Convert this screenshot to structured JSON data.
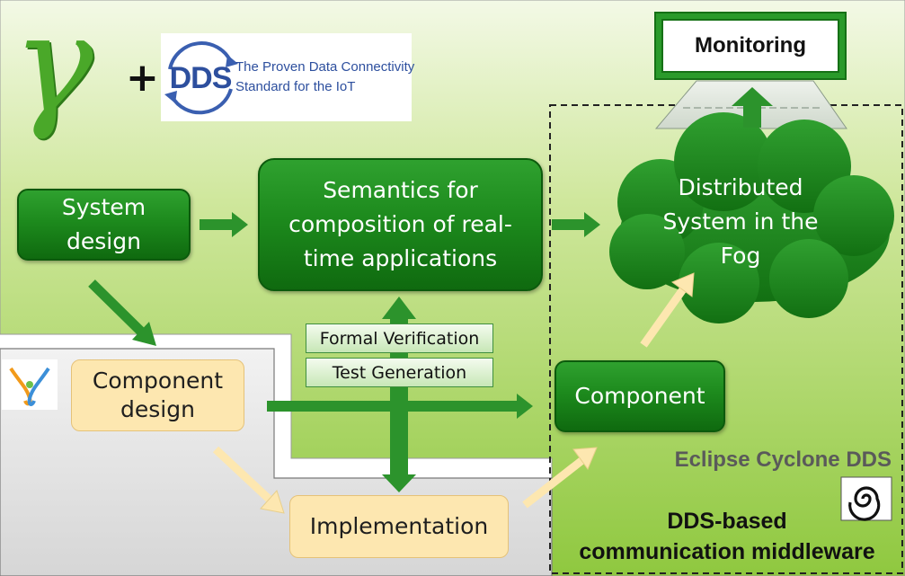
{
  "logos": {
    "gamma_symbol": "γ",
    "plus": "+",
    "dds_logo_text": "DDS",
    "dds_tagline_line1": "The Proven Data Connectivity",
    "dds_tagline_line2": "Standard for the IoT"
  },
  "boxes": {
    "system_design_line1": "System",
    "system_design_line2": "design",
    "semantics_line1": "Semantics for",
    "semantics_line2": "composition of real-",
    "semantics_line3": "time applications",
    "distributed_line1": "Distributed",
    "distributed_line2": "System in the",
    "distributed_line3": "Fog",
    "monitoring": "Monitoring",
    "component_design_line1": "Component",
    "component_design_line2": "design",
    "component": "Component",
    "implementation": "Implementation",
    "formal_verification": "Formal Verification",
    "test_generation": "Test Generation"
  },
  "labels": {
    "eclipse_cyclone_dds": "Eclipse Cyclone DDS",
    "middleware_line1": "DDS-based",
    "middleware_line2": "communication middleware"
  },
  "colors": {
    "dark_green": "#1d8a1d",
    "light_green_bg": "#b9dc7a",
    "pale_yellow": "#fde7b0",
    "gray_panel": "#e4e4e4",
    "dds_blue": "#2d4f9e"
  }
}
